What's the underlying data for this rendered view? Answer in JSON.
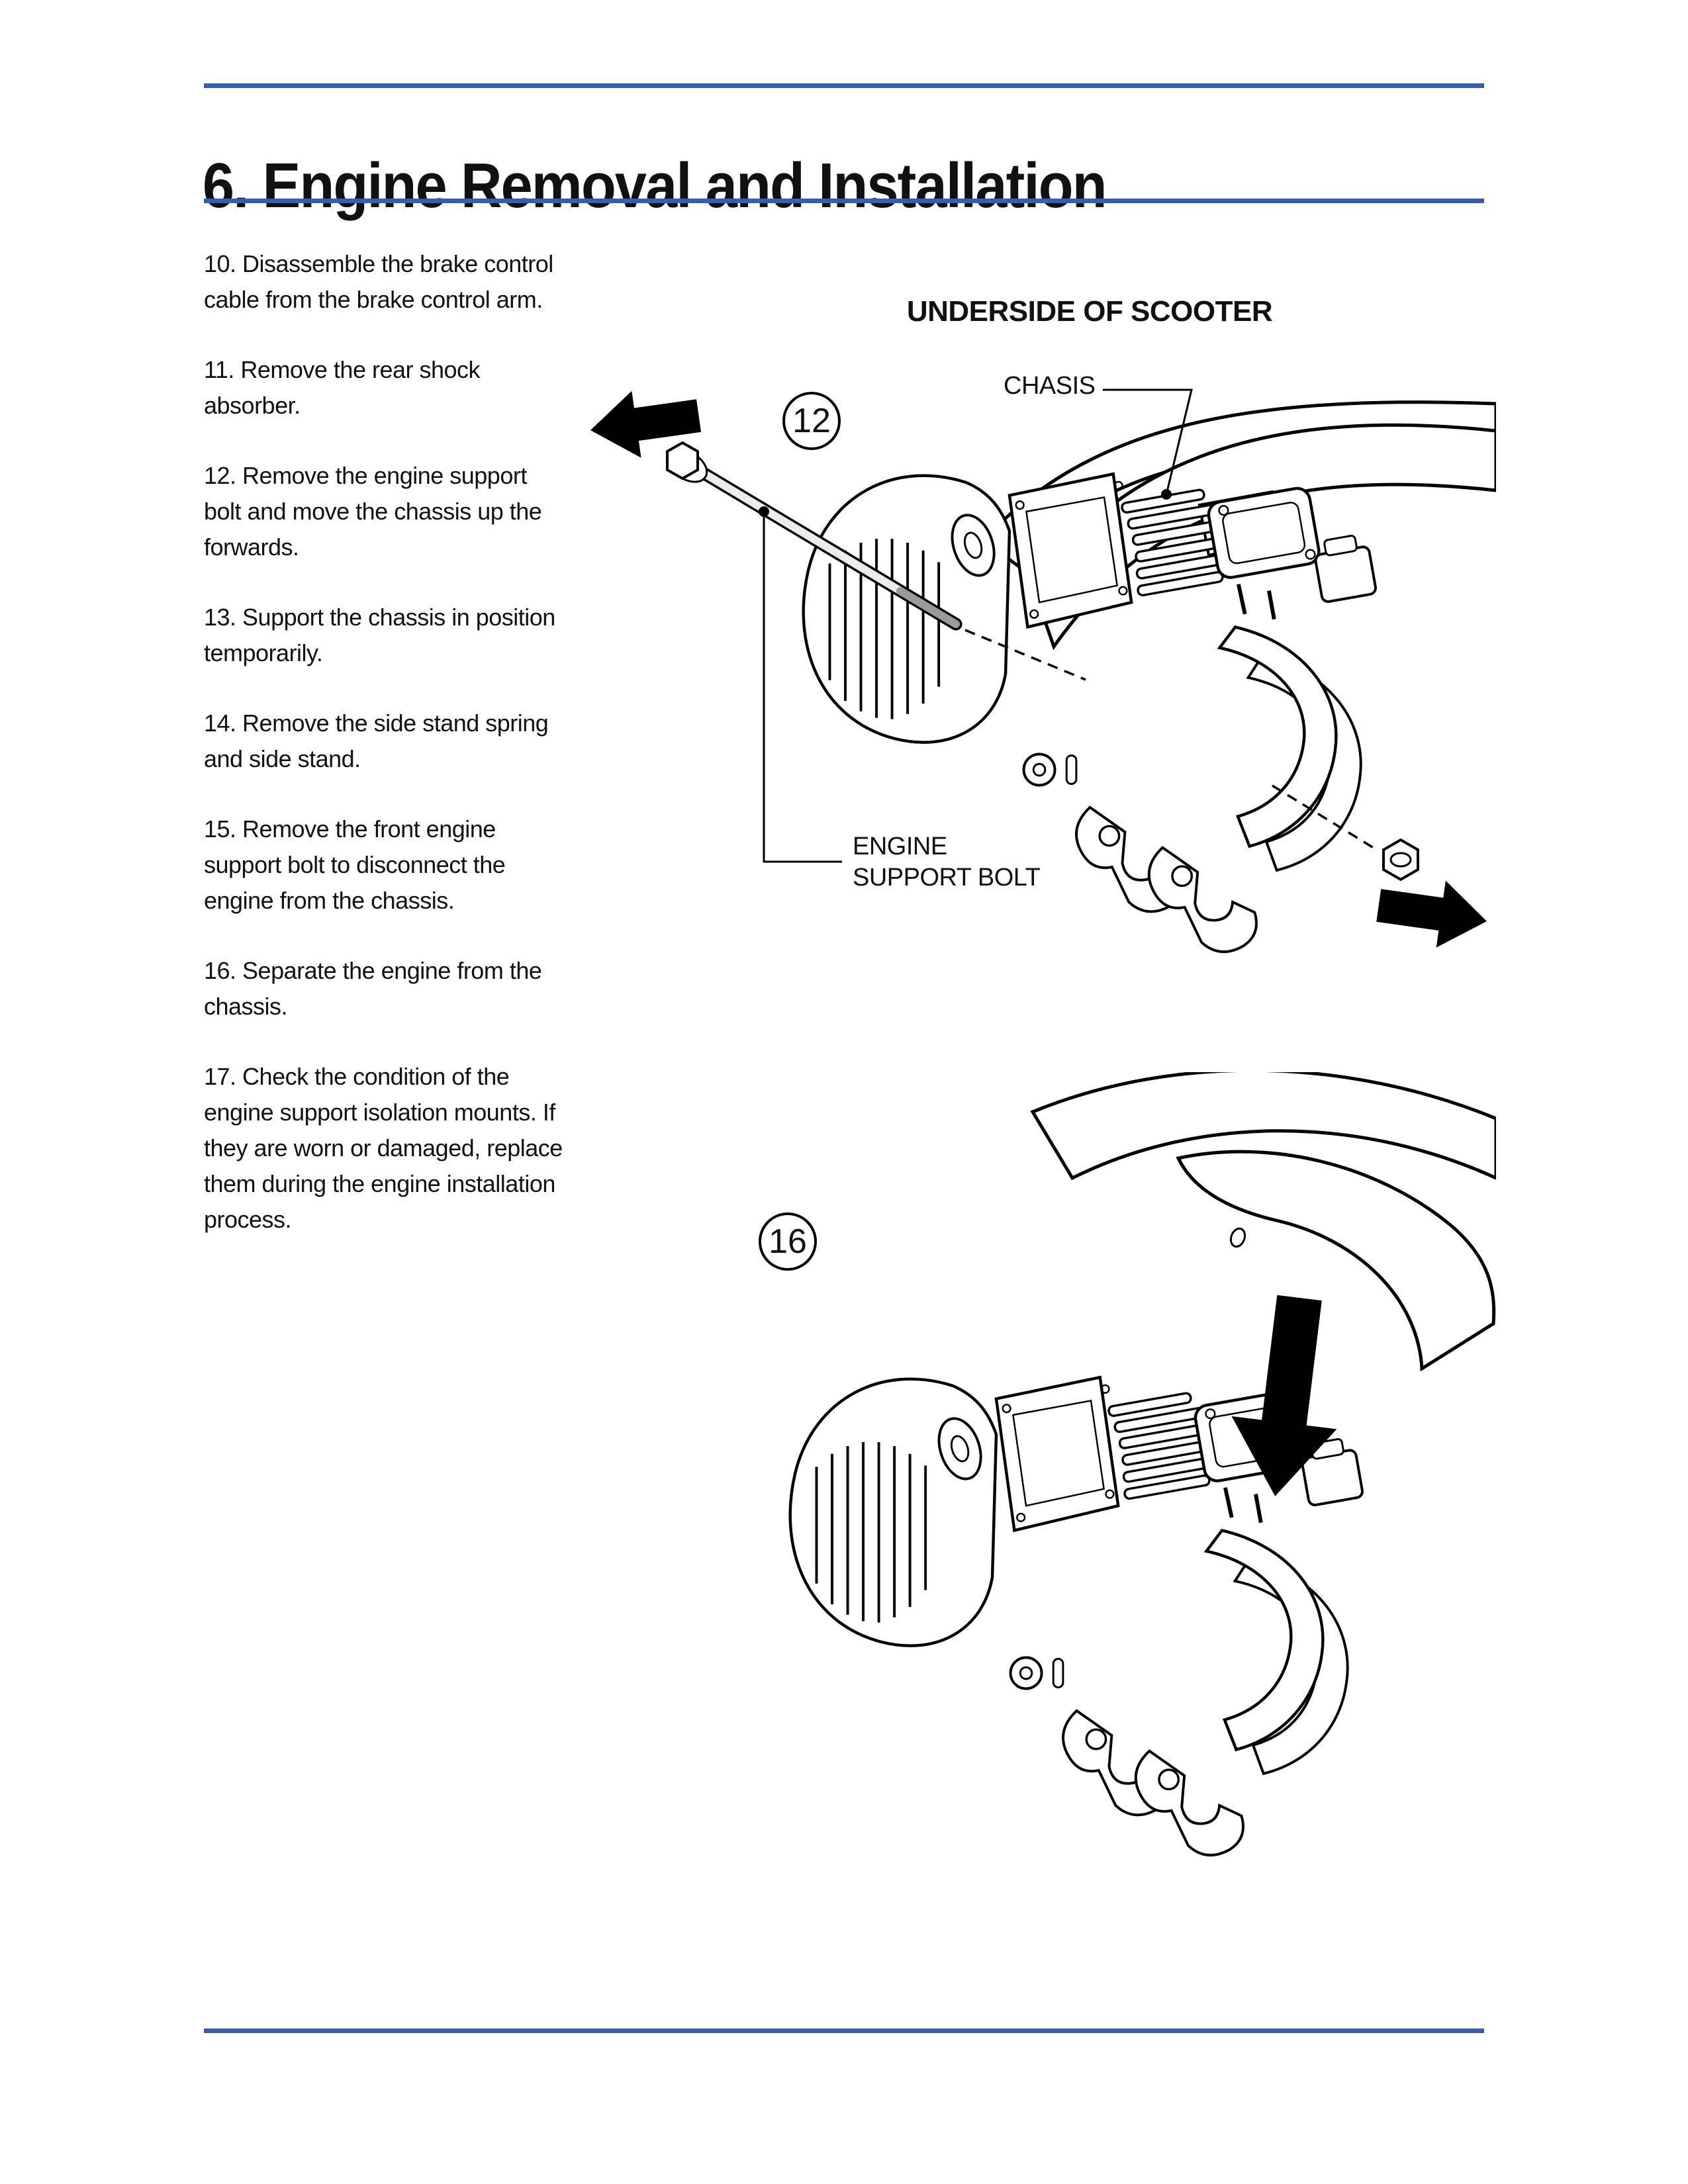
{
  "page": {
    "title": "6. Engine Removal and Installation",
    "accent_color": "#3a5da8"
  },
  "steps": [
    "10. Disassemble the brake control cable from the brake control arm.",
    "11. Remove the rear shock absorber.",
    "12. Remove the engine support bolt and move the chassis up the forwards.",
    "13. Support the chassis in position temporarily.",
    "14. Remove the side stand spring and side stand.",
    "15. Remove the front engine support bolt to disconnect the engine from the chassis.",
    "16. Separate the engine from the chassis.",
    "17. Check the condition of the engine support isolation mounts. If they are worn or damaged, replace them during the engine installation process."
  ],
  "figures": {
    "heading": "UNDERSIDE OF SCOOTER",
    "fig1": {
      "callout": "12",
      "label_chasis": "CHASIS",
      "label_bolt_line1": "ENGINE",
      "label_bolt_line2": "SUPPORT BOLT"
    },
    "fig2": {
      "callout": "16"
    }
  }
}
